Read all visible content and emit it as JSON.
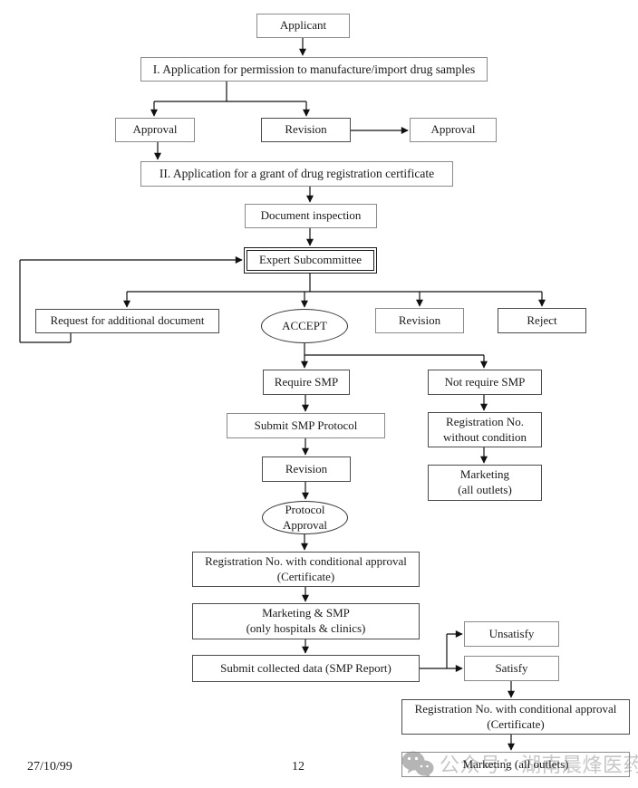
{
  "flowchart": {
    "nodes": [
      {
        "id": "applicant",
        "label": "Applicant",
        "shape": "rect"
      },
      {
        "id": "step1",
        "label": "I. Application for permission to manufacture/import drug samples",
        "shape": "rect"
      },
      {
        "id": "approval-left",
        "label": "Approval",
        "shape": "rect"
      },
      {
        "id": "revision-top",
        "label": "Revision",
        "shape": "rect"
      },
      {
        "id": "approval-right",
        "label": "Approval",
        "shape": "rect"
      },
      {
        "id": "step2",
        "label": "II. Application for a grant of drug registration certificate",
        "shape": "rect"
      },
      {
        "id": "document-inspection",
        "label": "Document inspection",
        "shape": "rect"
      },
      {
        "id": "expert-subcommittee",
        "label": "Expert Subcommittee",
        "shape": "double-rect"
      },
      {
        "id": "request-additional-document",
        "label": "Request for additional document",
        "shape": "rect"
      },
      {
        "id": "accept",
        "label": "ACCEPT",
        "shape": "ellipse"
      },
      {
        "id": "revision-mid",
        "label": "Revision",
        "shape": "rect"
      },
      {
        "id": "reject",
        "label": "Reject",
        "shape": "rect"
      },
      {
        "id": "require-smp",
        "label": "Require SMP",
        "shape": "rect"
      },
      {
        "id": "not-require-smp",
        "label": "Not require SMP",
        "shape": "rect"
      },
      {
        "id": "submit-smp-protocol",
        "label": "Submit SMP Protocol",
        "shape": "rect"
      },
      {
        "id": "registration-no-without-condition",
        "label": "Registration No.\nwithout condition",
        "shape": "rect"
      },
      {
        "id": "revision-low",
        "label": "Revision",
        "shape": "rect"
      },
      {
        "id": "marketing-all-outlets-right",
        "label": "Marketing\n(all outlets)",
        "shape": "rect"
      },
      {
        "id": "protocol-approval",
        "label": "Protocol\nApproval",
        "shape": "ellipse"
      },
      {
        "id": "registration-conditional-1",
        "label": "Registration No. with conditional approval\n(Certificate)",
        "shape": "rect"
      },
      {
        "id": "marketing-smp",
        "label": "Marketing & SMP\n(only hospitals & clinics)",
        "shape": "rect"
      },
      {
        "id": "submit-collected-data",
        "label": "Submit collected data (SMP Report)",
        "shape": "rect"
      },
      {
        "id": "unsatisfy",
        "label": "Unsatisfy",
        "shape": "rect"
      },
      {
        "id": "satisfy",
        "label": "Satisfy",
        "shape": "rect"
      },
      {
        "id": "registration-conditional-2",
        "label": "Registration No. with conditional approval\n(Certificate)",
        "shape": "rect"
      },
      {
        "id": "marketing-all-outlets-bottom",
        "label": "Marketing (all outlets)",
        "shape": "rect"
      }
    ]
  },
  "footer": {
    "date": "27/10/99",
    "page_number": "12"
  },
  "watermark": {
    "icon": "wechat-icon",
    "text": "公众号：湖南晨烽医药",
    "color": "#c6c6c6"
  }
}
